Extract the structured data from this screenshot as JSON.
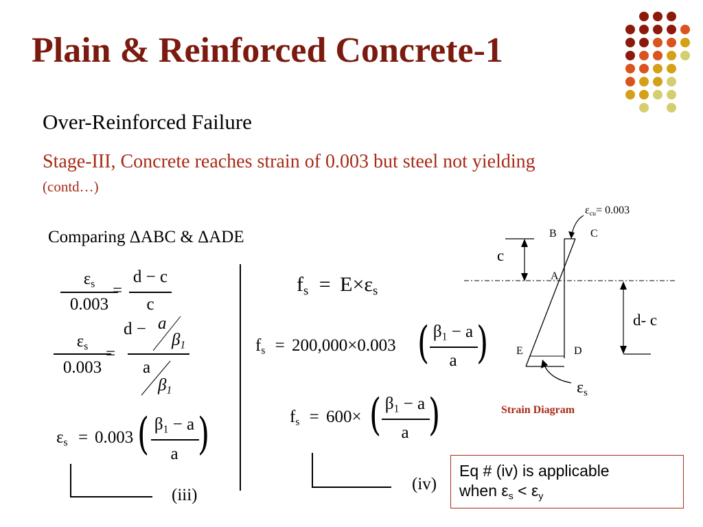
{
  "slide": {
    "title": "Plain & Reinforced Concrete-1",
    "subtitle": "Over-Reinforced Failure",
    "stage_text": "Stage-III, Concrete reaches strain of 0.003 but steel not yielding",
    "contd": "(contd…)",
    "comparing": "Comparing ΔABC &  ΔADE"
  },
  "equations": {
    "eps": "ε",
    "s": "s",
    "y": "y",
    "f": "f",
    "val_0003": "0.003",
    "d_minus_c": "d − c",
    "c": "c",
    "d_minus": "d −",
    "a": "a",
    "beta": "β",
    "one": "1",
    "beta1_minus_a": "β",
    "minus_a": " − a",
    "eq": "=",
    "fs_rhs": "E×ε",
    "fs_200000": "200,000×0.003",
    "fs_600": "600×",
    "eps_0003": "0.003",
    "label_iii": "(iii)",
    "label_iv": "(iv)"
  },
  "diagram": {
    "ecu_eps": "ε",
    "ecu_sub": "cu",
    "ecu_val": "= 0.003",
    "B": "B",
    "C": "C",
    "A": "A",
    "E": "E",
    "D": "D",
    "c": "c",
    "d_c": "d- c",
    "eps_s": "ε",
    "eps_s_sub": "s",
    "caption": "Strain Diagram"
  },
  "note": {
    "line1": "Eq # (iv)  is applicable",
    "line2_prefix": "when ε",
    "line2_sub1": "s",
    "line2_mid": " < ε",
    "line2_sub2": "y"
  },
  "colors": {
    "title": "#7b1a0e",
    "accent": "#a82a16",
    "dot_dark": "#8b1a0c",
    "dot_orange": "#d9541e",
    "dot_gold": "#d4a017",
    "dot_khaki": "#d4ce70"
  }
}
